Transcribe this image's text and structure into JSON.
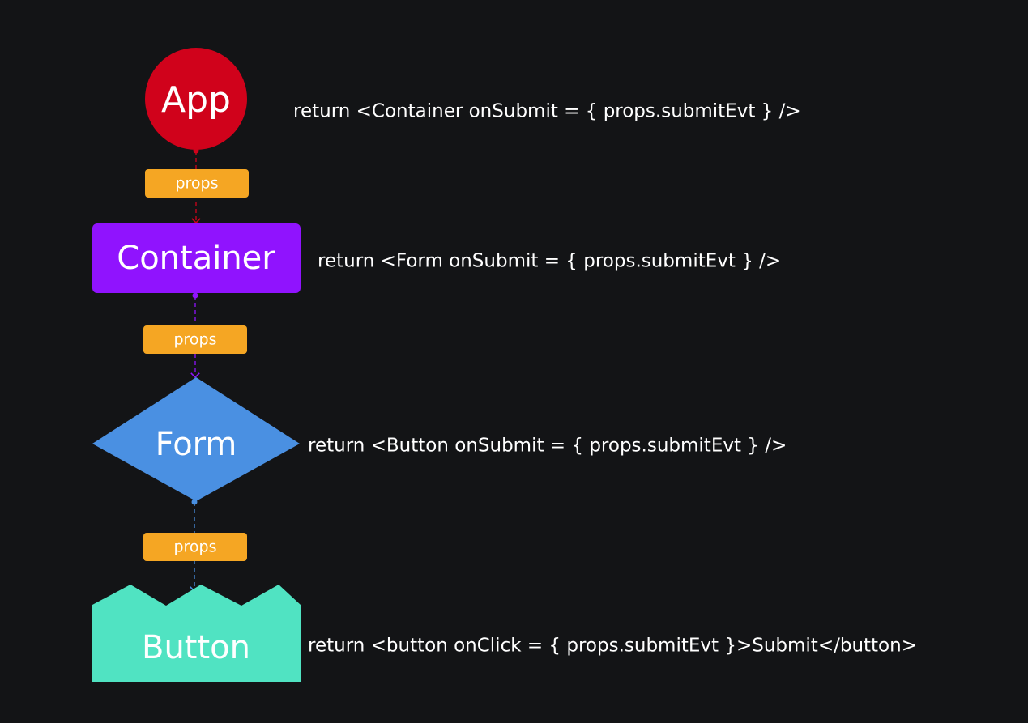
{
  "diagram": {
    "nodes": [
      {
        "id": "app",
        "label": "App",
        "shape": "circle",
        "color": "#d0021b"
      },
      {
        "id": "container",
        "label": "Container",
        "shape": "rounded-rect",
        "color": "#9013fe"
      },
      {
        "id": "form",
        "label": "Form",
        "shape": "diamond",
        "color": "#4a90e2"
      },
      {
        "id": "button",
        "label": "Button",
        "shape": "notched-rect",
        "color": "#50e3c2"
      }
    ],
    "edges": [
      {
        "from": "app",
        "to": "container",
        "label": "props",
        "color": "#d0021b"
      },
      {
        "from": "container",
        "to": "form",
        "label": "props",
        "color": "#9013fe"
      },
      {
        "from": "form",
        "to": "button",
        "label": "props",
        "color": "#4a90e2"
      }
    ],
    "props_badge_color": "#f5a623",
    "code": {
      "app": "return <Container onSubmit = { props.submitEvt } />",
      "container": "return <Form onSubmit = { props.submitEvt } />",
      "form": "return <Button onSubmit = { props.submitEvt } />",
      "button": "return <button onClick = { props.submitEvt }>Submit</button>"
    }
  }
}
